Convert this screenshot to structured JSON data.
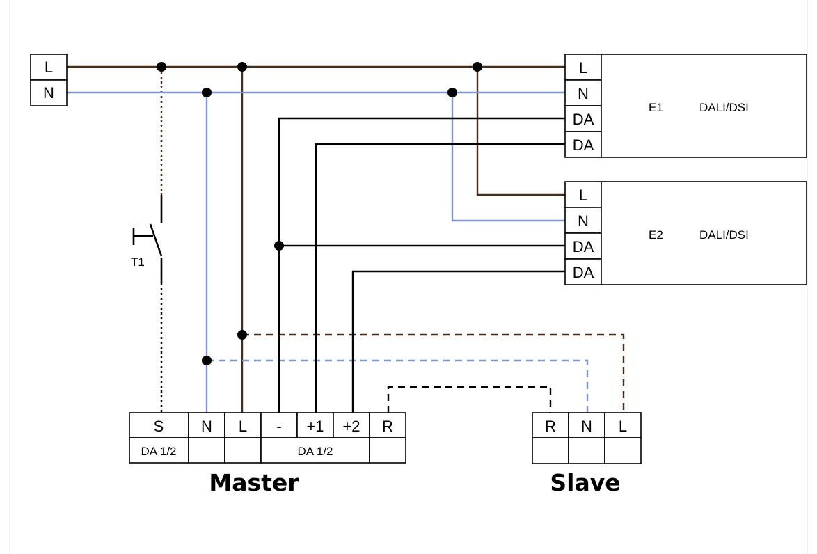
{
  "colors": {
    "live": "#4a2c14",
    "neutral": "#7b96cf",
    "signal": "#000000"
  },
  "supply": {
    "l_label": "L",
    "n_label": "N"
  },
  "devices": [
    {
      "name": "E1",
      "type": "DALI/DSI",
      "terminals": [
        "L",
        "N",
        "DA",
        "DA"
      ]
    },
    {
      "name": "E2",
      "type": "DALI/DSI",
      "terminals": [
        "L",
        "N",
        "DA",
        "DA"
      ]
    }
  ],
  "switch": {
    "label": "T1"
  },
  "master": {
    "label": "Master",
    "terminals": [
      "S",
      "N",
      "L",
      "-",
      "+1",
      "+2",
      "R"
    ],
    "sublabels": [
      "DA 1/2",
      "DA 1/2"
    ]
  },
  "slave": {
    "label": "Slave",
    "terminals": [
      "R",
      "N",
      "L"
    ]
  }
}
